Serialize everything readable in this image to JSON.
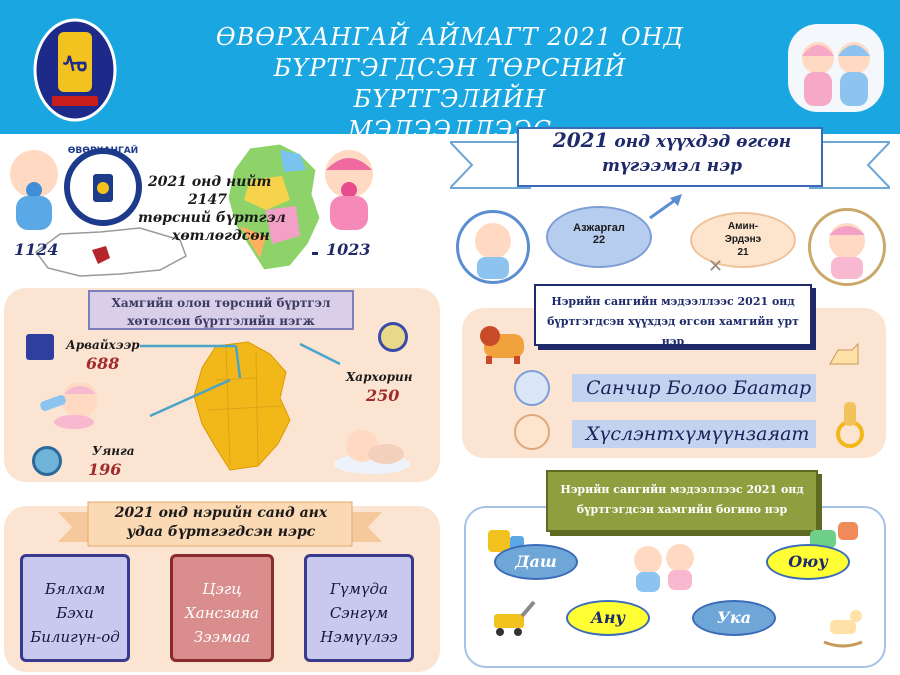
{
  "header": {
    "title_lines": [
      "ӨВӨРХАНГАЙ АЙМАГТ 2021 ОНД",
      "БҮРТГЭГДСЭН ТӨРСНИЙ БҮРТГЭЛИЙН",
      "МЭДЭЭЛЛЭЭС"
    ]
  },
  "births": {
    "line1": "2021 онд нийт",
    "total": "2147",
    "line3": "төрсний бүртгэл",
    "line4": "хөтлөгдсөн",
    "boys": "1124",
    "girls": "1023",
    "emblem_text": "ӨВӨРХАНГАЙ"
  },
  "units": {
    "title": "Хамгийн олон төрсний бүртгэл хөтөлсөн бүртгэлийн нэгж",
    "items": [
      {
        "name": "Арвайхээр",
        "value": "688"
      },
      {
        "name": "Хархорин",
        "value": "250"
      },
      {
        "name": "Уянга",
        "value": "196"
      }
    ]
  },
  "first_names": {
    "title": "2021 онд нэрийн санд анх удаа бүртгэгдсэн нэрс",
    "col1": [
      "Бялхам",
      "Бэхи",
      "Билигүн-од"
    ],
    "col2": [
      "Цэгц",
      "Хансзаяа",
      "Зээмаа"
    ],
    "col3": [
      "Гүмүда",
      "Сэнгүм",
      "Нэмүүлээ"
    ]
  },
  "common_names": {
    "title_year": "2021",
    "title_rest": " онд хүүхдэд өгсөн",
    "title_line2": "түгээмэл нэр",
    "boy_name": "Азжаргал",
    "boy_count": "22",
    "girl_name": "Амин-Эрдэнэ",
    "girl_count": "21"
  },
  "longest": {
    "title": "Нэрийн сангийн мэдээллээс 2021 онд бүртгэгдсэн хүүхдэд өгсөн хамгийн урт нэр",
    "names": [
      "Санчир Болоо Баатар",
      "Хүслэнтхүмүүнзаяат"
    ]
  },
  "shortest": {
    "title": "Нэрийн сангийн мэдээллээс 2021 онд бүртгэгдсэн хамгийн богино нэр",
    "names": [
      "Даш",
      "Оюу",
      "Ану",
      "Ука"
    ]
  },
  "colors": {
    "header": "#1aa6e0",
    "panel": "#fbe4d2",
    "scroll": "#c9c9f0",
    "accent_red": "#a12a2a",
    "oval_yellow": "#ffff33",
    "oval_blue": "#6fa6d8"
  }
}
